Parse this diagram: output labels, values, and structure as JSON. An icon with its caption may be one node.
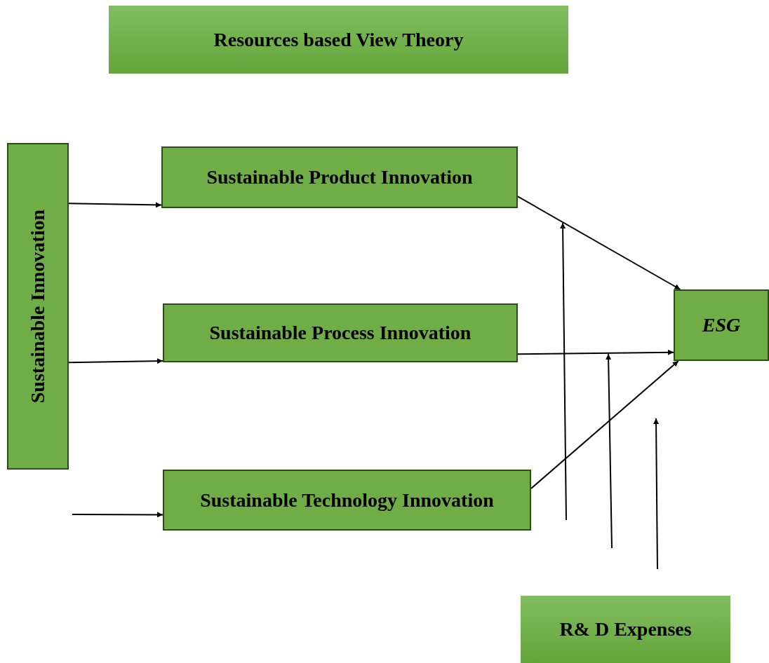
{
  "diagram": {
    "nodes": [
      {
        "text": [
          "Resources based View Theory"
        ]
      },
      {
        "text": [
          "Sustainable Innovation"
        ]
      },
      {
        "text": [
          "Sustainable Product Innovation"
        ]
      },
      {
        "text": [
          "Sustainable Process Innovation"
        ]
      },
      {
        "text": [
          "Sustainable Technology Innovation"
        ]
      },
      {
        "text": [
          "ESG"
        ]
      },
      {
        "text": [
          "R& D Expenses"
        ]
      }
    ],
    "edges": [
      {
        "from": 1,
        "to": 2,
        "arrow": "to"
      },
      {
        "from": 1,
        "to": 3,
        "arrow": "to"
      },
      {
        "from": null,
        "to": 4,
        "arrow": "to"
      },
      {
        "from": 2,
        "to": 5,
        "arrow": "to"
      },
      {
        "from": 3,
        "to": 5,
        "arrow": "to"
      },
      {
        "from": 4,
        "to": 5,
        "arrow": "to"
      }
    ]
  }
}
